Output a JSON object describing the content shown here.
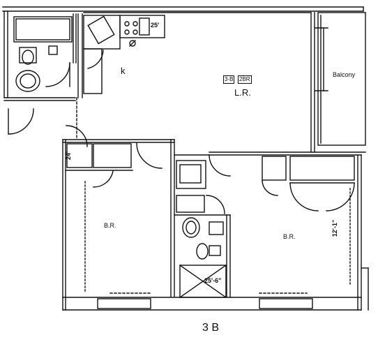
{
  "plan": {
    "unit_label": "3 B",
    "tags": [
      "3-B",
      "2BR"
    ],
    "rooms": {
      "kitchen": "k",
      "living": "L.R.",
      "balcony": "Balcony",
      "bedroom_left": "B.R.",
      "bedroom_right": "B.R."
    },
    "dimensions": {
      "kitchen_counter": "25'",
      "closet_small": "24'",
      "bedroom_right": "12'-1\"",
      "bath": "25'-6\""
    }
  }
}
